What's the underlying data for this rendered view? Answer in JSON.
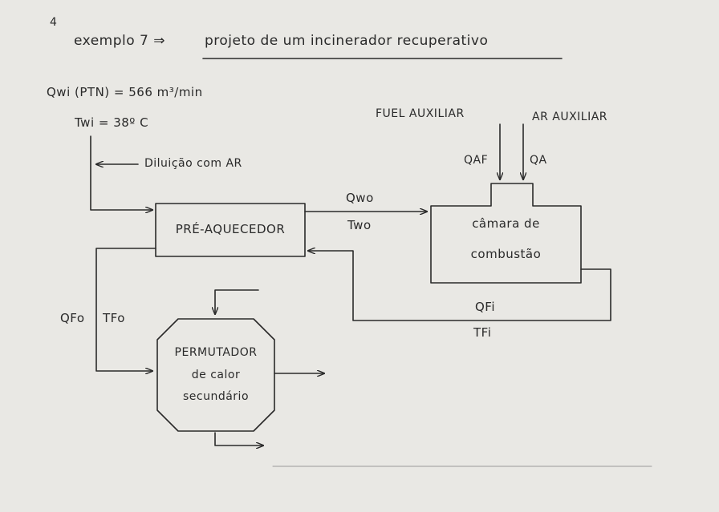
{
  "header": {
    "page_mark": "4",
    "example": "exemplo 7 ⇒",
    "title": "projeto de um incinerador recuperativo"
  },
  "inputs": {
    "flow": "Qwi (PTN) = 566 m³/min",
    "temp": "Twi = 38º C",
    "dilution": "Diluição com AR"
  },
  "auxiliary": {
    "fuel": "FUEL AUXILIAR",
    "air": "AR AUXILIAR",
    "q_af": "QAF",
    "q_a": "QA"
  },
  "streams": {
    "q_wo": "Qwo",
    "t_wo": "Two",
    "q_fi": "QFi",
    "t_fi": "TFi",
    "q_fo": "QFo",
    "t_fo": "TFo"
  },
  "blocks": {
    "preheater": "PRÉ-AQUECEDOR",
    "chamber_line1": "câmara de",
    "chamber_line2": "combustão",
    "exchanger_line1": "PERMUTADOR",
    "exchanger_line2": "de calor",
    "exchanger_line3": "secundário"
  }
}
